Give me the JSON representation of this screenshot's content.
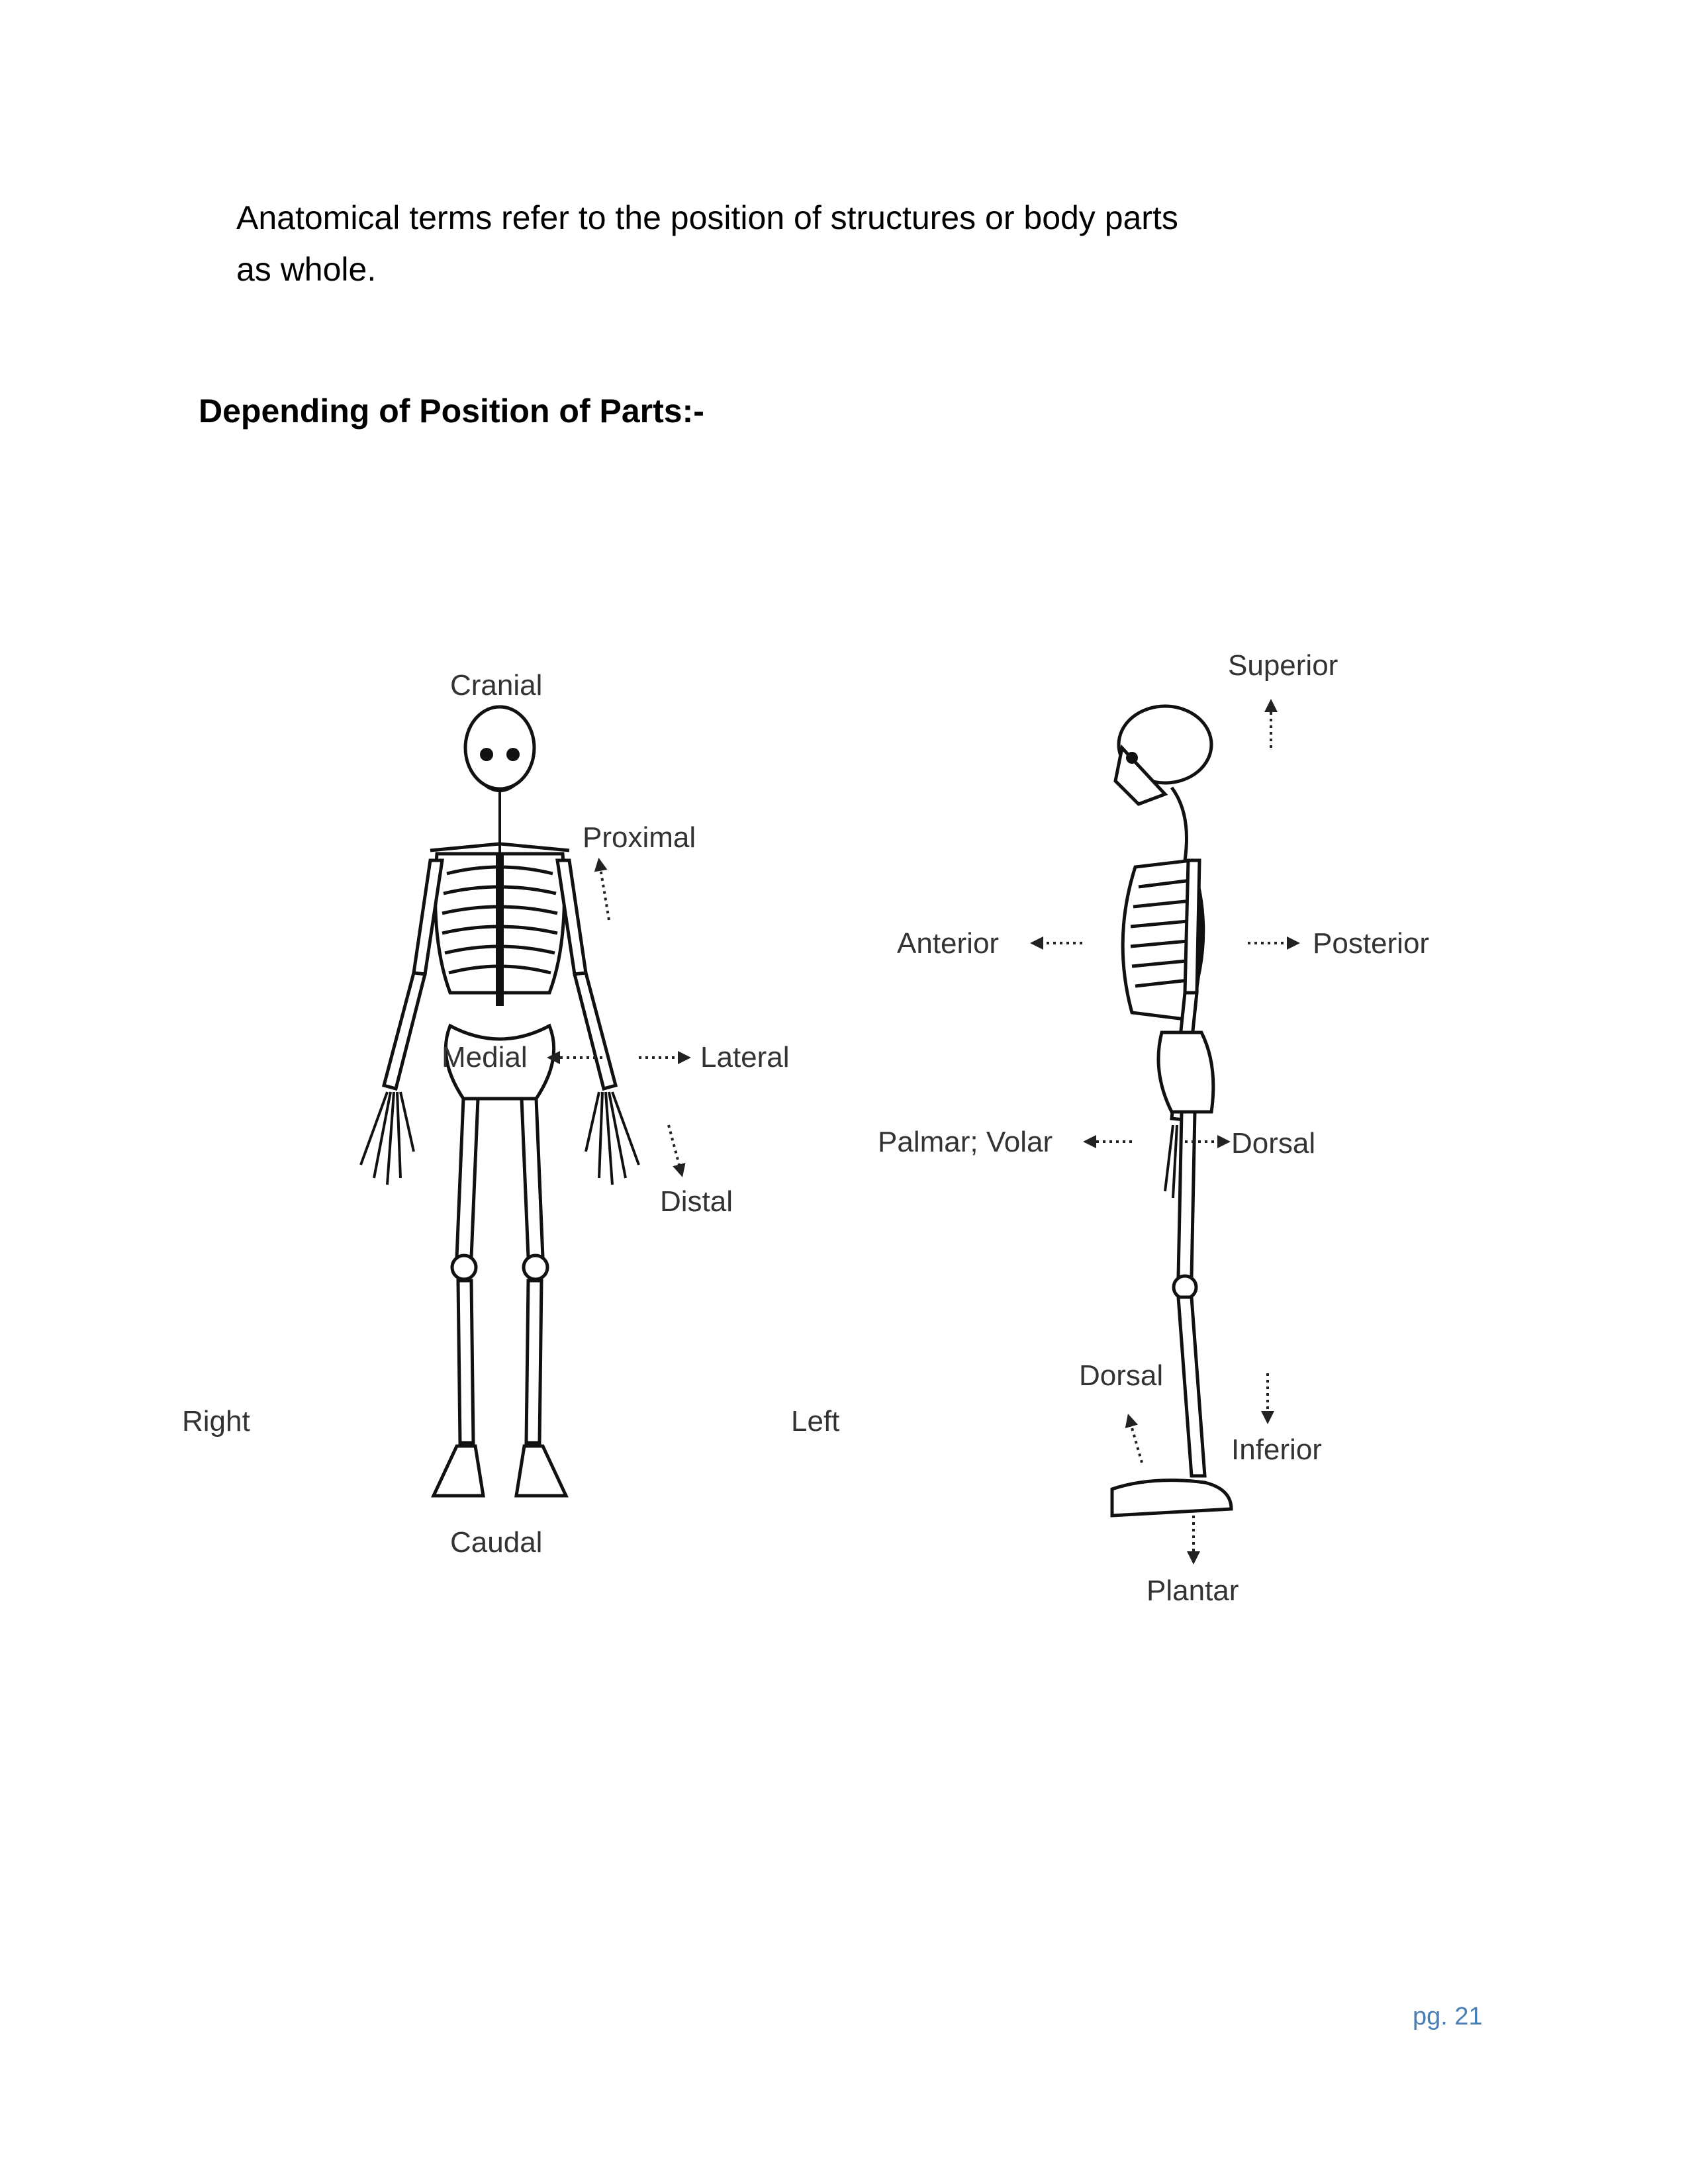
{
  "intro": {
    "line1": "Anatomical terms refer to the position of structures or body parts",
    "line2": "as whole."
  },
  "heading": "Depending of Position of Parts:-",
  "figure": {
    "front_view": {
      "cranial": "Cranial",
      "proximal": "Proximal",
      "medial": "Medial",
      "lateral": "Lateral",
      "distal": "Distal",
      "right": "Right",
      "left": "Left",
      "caudal": "Caudal"
    },
    "side_view": {
      "superior": "Superior",
      "anterior": "Anterior",
      "posterior": "Posterior",
      "palmar_volar": "Palmar; Volar",
      "dorsal_hand": "Dorsal",
      "dorsal_foot": "Dorsal",
      "inferior": "Inferior",
      "plantar": "Plantar"
    }
  },
  "footer": {
    "page_number": "pg. 21"
  }
}
